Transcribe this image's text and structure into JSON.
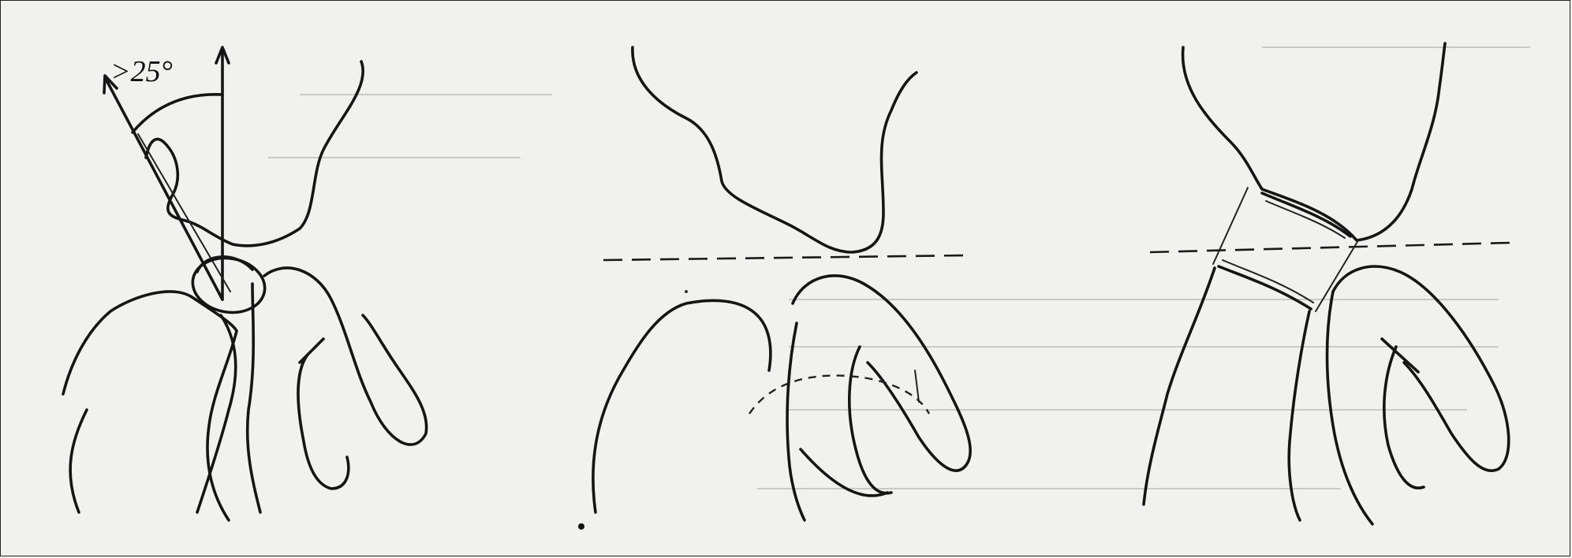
{
  "panels": [
    {
      "id": "left",
      "angle_label": ">25°"
    },
    {
      "id": "middle"
    },
    {
      "id": "right"
    }
  ]
}
